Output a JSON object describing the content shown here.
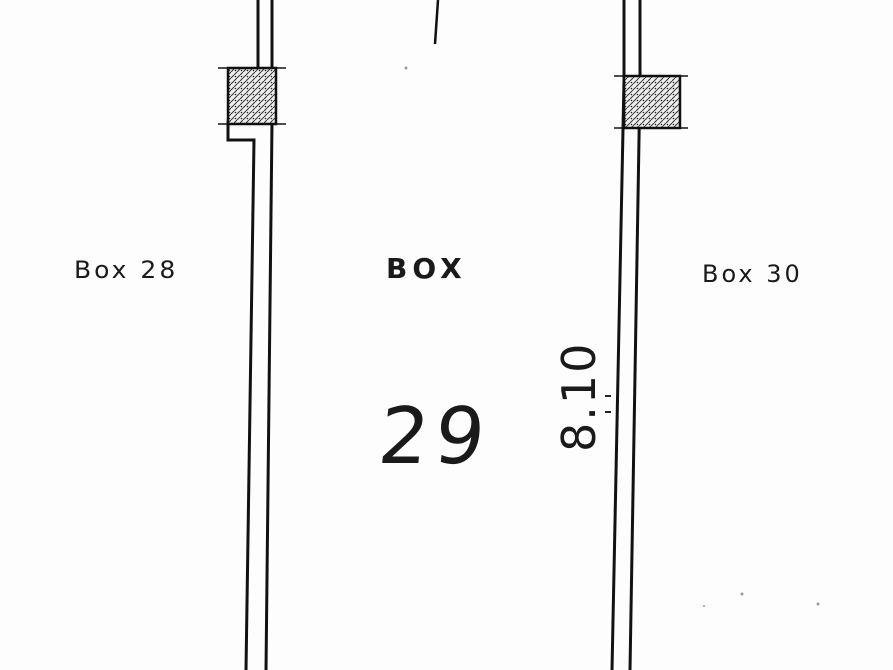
{
  "labels": {
    "left_box": "Box 28",
    "center_box_word": "BOX",
    "center_box_number": "29",
    "right_box": "Box 30",
    "dimension": "8.10"
  }
}
